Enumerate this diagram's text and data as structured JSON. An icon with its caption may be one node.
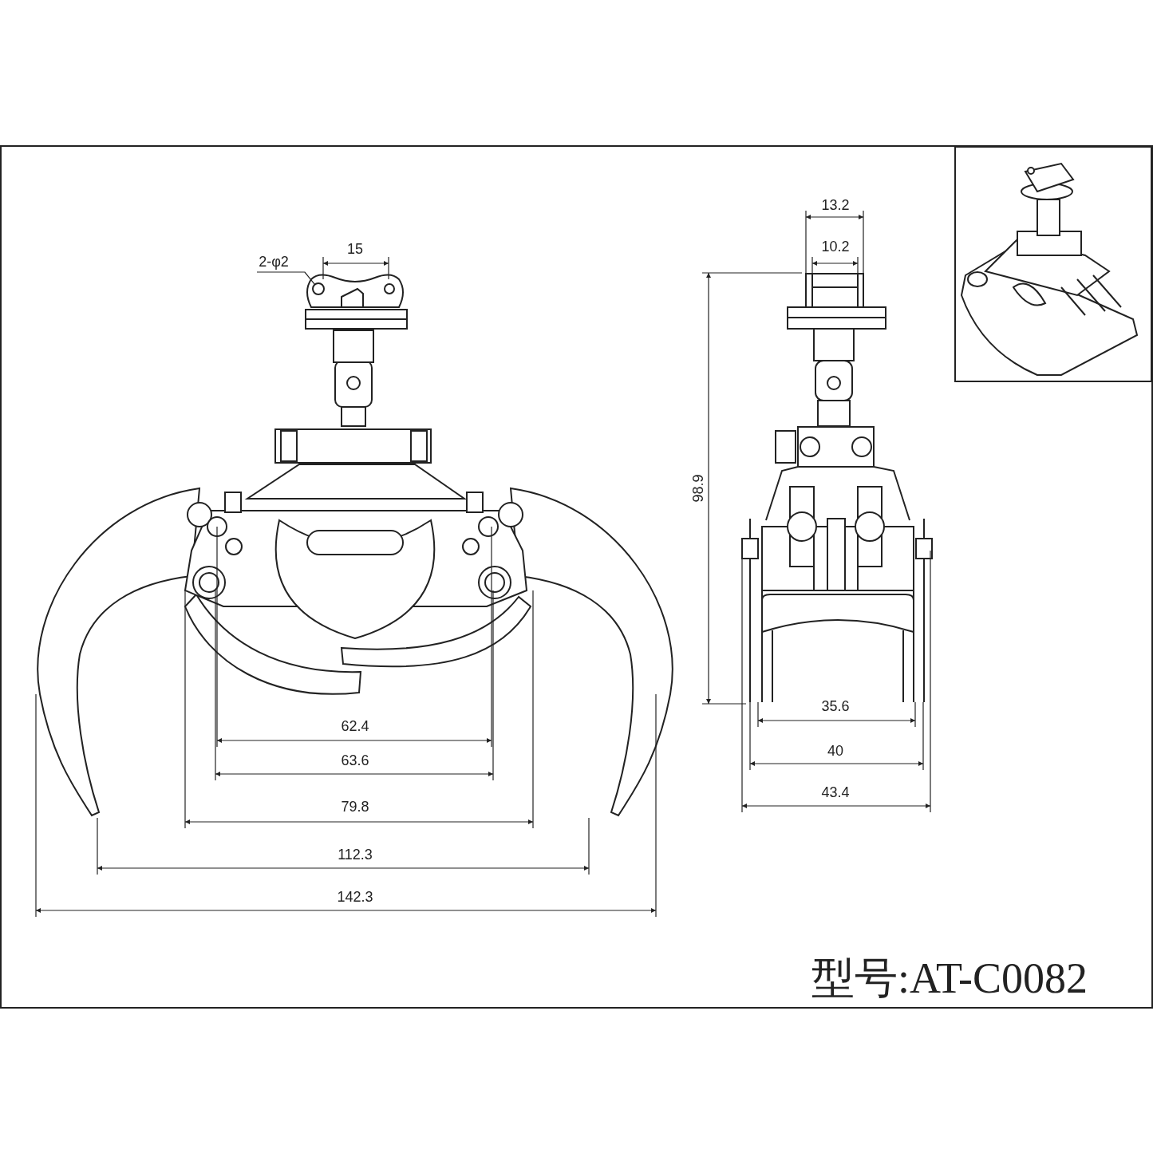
{
  "diagram": {
    "nodes": [
      {
        "text": [
          "2-φ2"
        ]
      },
      {
        "text": [],
        "shape": "circle"
      }
    ],
    "edges": [
      {
        "from": 0,
        "to": 1,
        "arrow": "none"
      }
    ],
    "labels": [
      "15",
      "13.2",
      "10.2",
      "98.9",
      "62.4",
      "63.6",
      "79.8",
      "112.3",
      "142.3",
      "35.6",
      "40",
      "43.4",
      "型号:AT-C0082"
    ]
  }
}
